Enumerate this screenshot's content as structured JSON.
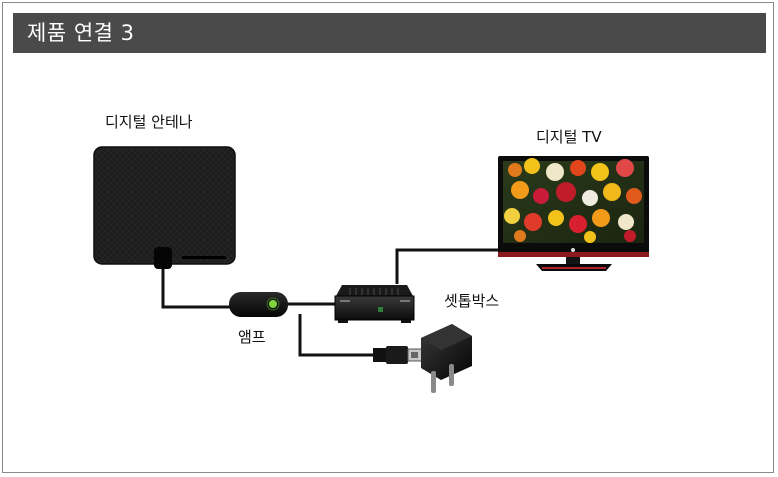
{
  "header": {
    "title": "제품 연결 3"
  },
  "labels": {
    "antenna": "디지털 안테나",
    "tv": "디지털 TV",
    "settop": "셋톱박스",
    "amp": "앰프"
  },
  "colors": {
    "header_bg": "#4a4a4a",
    "header_text": "#ffffff",
    "cable": "#111111",
    "amp_led": "#7fd63a",
    "tv_frame": "#0b0b0b",
    "tv_accent": "#c0262c"
  },
  "icons": [
    "antenna-icon",
    "amplifier-icon",
    "settop-box-icon",
    "tv-icon",
    "power-adapter-icon",
    "usb-plug-icon"
  ]
}
